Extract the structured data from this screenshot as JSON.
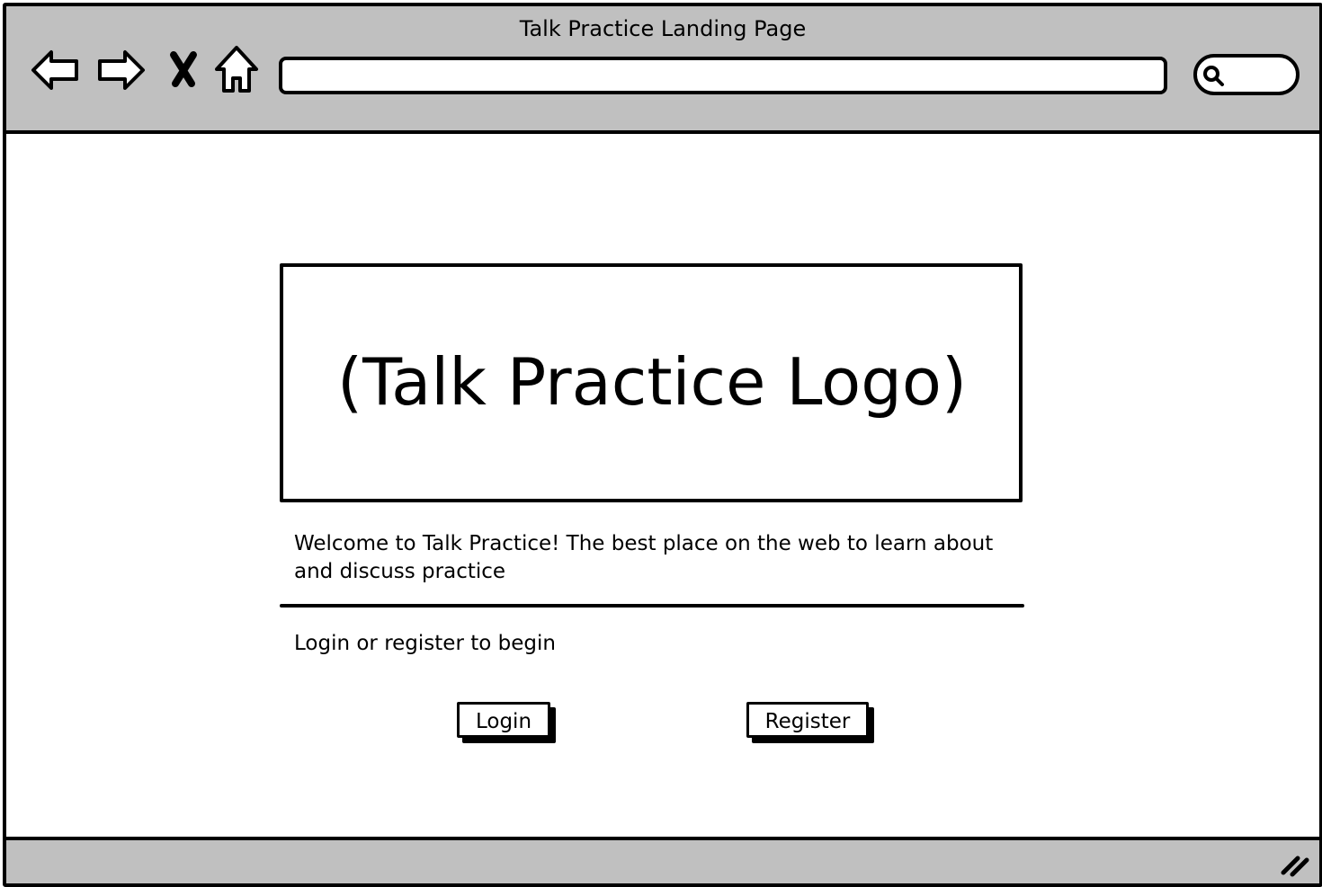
{
  "window": {
    "title": "Talk Practice Landing Page"
  },
  "toolbar": {
    "icons": [
      "back-arrow-icon",
      "forward-arrow-icon",
      "stop-icon",
      "home-icon",
      "search-icon",
      "resize-grip-icon"
    ],
    "address_value": "",
    "search_value": ""
  },
  "main": {
    "logo_placeholder": "(Talk Practice Logo)",
    "welcome_text": "Welcome to Talk Practice! The best place on the web to learn about and discuss practice",
    "prompt_text": "Login or register to begin",
    "login_label": "Login",
    "register_label": "Register"
  },
  "colors": {
    "chrome": "#c0c0c0",
    "border": "#000000",
    "background": "#ffffff"
  }
}
